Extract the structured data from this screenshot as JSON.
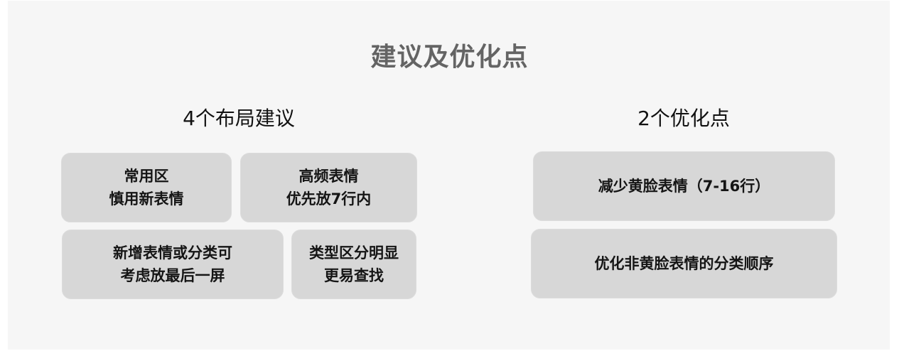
{
  "title": "建议及优化点",
  "layout_suggestions": {
    "heading": "4个布局建议",
    "items": [
      {
        "lines": [
          "常用区",
          "慎用新表情"
        ]
      },
      {
        "lines": [
          "高频表情",
          "优先放7行内"
        ]
      },
      {
        "lines": [
          "新增表情或分类可",
          "考虑放最后一屏"
        ]
      },
      {
        "lines": [
          "类型区分明显",
          "更易查找"
        ]
      }
    ]
  },
  "optimization_points": {
    "heading": "2个优化点",
    "items": [
      {
        "lines": [
          "减少黄脸表情（7-16行）"
        ]
      },
      {
        "lines": [
          "优化非黄脸表情的分类顺序"
        ]
      }
    ]
  },
  "colors": {
    "panel_background": "#f6f6f6",
    "box_background": "#d7d7d7",
    "title_text": "#646464",
    "body_text": "#151515"
  }
}
